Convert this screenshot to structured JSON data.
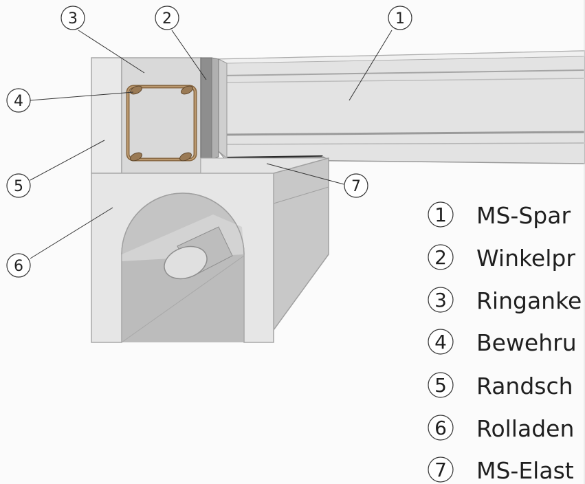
{
  "callouts": [
    {
      "num": "1"
    },
    {
      "num": "2"
    },
    {
      "num": "3"
    },
    {
      "num": "4"
    },
    {
      "num": "5"
    },
    {
      "num": "6"
    },
    {
      "num": "7"
    }
  ],
  "legend": [
    {
      "num": "1",
      "text": "MS-Spar"
    },
    {
      "num": "2",
      "text": "Winkelpr"
    },
    {
      "num": "3",
      "text": "Ringanke"
    },
    {
      "num": "4",
      "text": "Bewehru"
    },
    {
      "num": "5",
      "text": "Randsch"
    },
    {
      "num": "6",
      "text": "Rolladen"
    },
    {
      "num": "7",
      "text": "MS-Elast"
    }
  ],
  "colors": {
    "concrete_light": "#e6e6e6",
    "concrete_mid": "#cfcfcf",
    "concrete_dark": "#b8b8b8",
    "rebar": "#8a6a45",
    "angle": "#8c8c8c",
    "elastomer": "#2a2a2a"
  }
}
